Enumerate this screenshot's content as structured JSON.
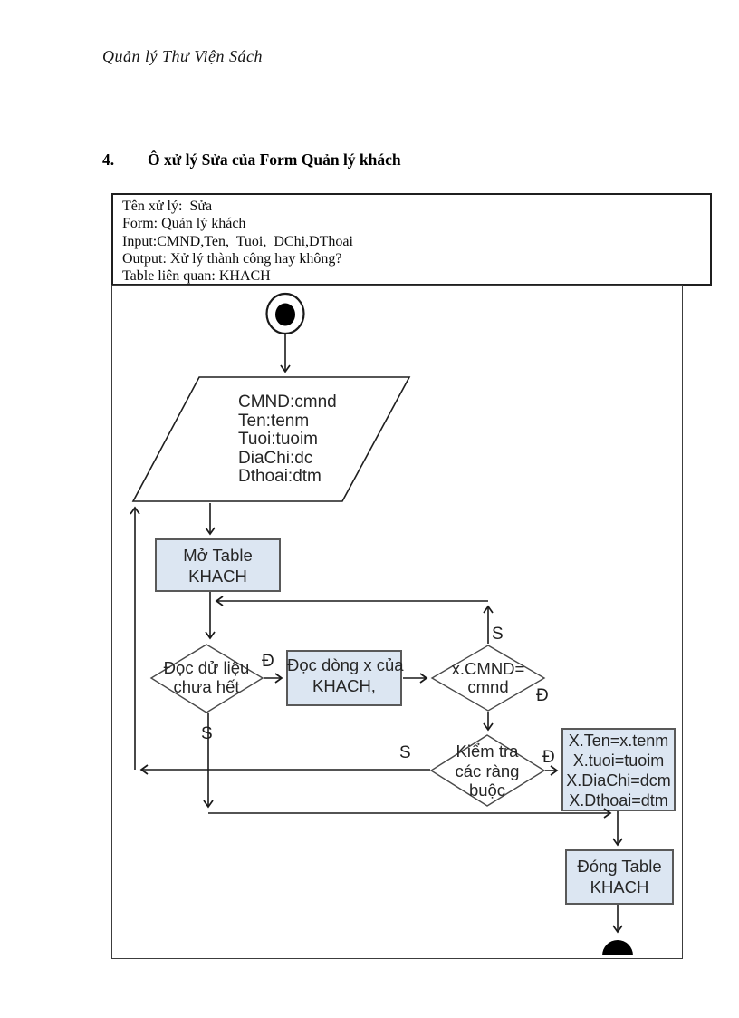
{
  "page": {
    "header_title": "Quản lý Thư Viện Sách",
    "section": {
      "number": "4.",
      "title": "Ô xử lý Sửa của Form Quản lý khách"
    }
  },
  "spec_box": {
    "lines": [
      "Tên xử lý:  Sửa",
      "Form: Quản lý khách",
      "Input:CMND,Ten,  Tuoi,  DChi,DThoai",
      "Output: Xử lý thành công hay không?",
      "Table liên quan: KHACH"
    ]
  },
  "flowchart": {
    "input_node": {
      "lines": [
        "CMND:cmnd",
        "Ten:tenm",
        "Tuoi:tuoim",
        "DiaChi:dc",
        "Dthoai:dtm"
      ]
    },
    "open_table_node": {
      "lines": [
        "Mở Table",
        "KHACH"
      ]
    },
    "read_check_node": {
      "lines": [
        "Đọc dử liệu",
        "chưa hết"
      ]
    },
    "read_row_node": {
      "lines": [
        "Đọc dòng x của",
        "KHACH,"
      ]
    },
    "cmnd_check_node": {
      "lines": [
        "x.CMND=",
        "cmnd"
      ]
    },
    "constraint_check_node": {
      "lines": [
        "Kiểm tra",
        "các ràng",
        "buộc"
      ]
    },
    "assign_node": {
      "lines": [
        "X.Ten=x.tenm",
        "X.tuoi=tuoim",
        "X.DiaChi=dcm",
        "X.Dthoai=dtm"
      ]
    },
    "close_table_node": {
      "lines": [
        "Đóng Table",
        "KHACH"
      ]
    },
    "edge_labels": {
      "read_yes": "Đ",
      "read_no": "S",
      "cmnd_no": "S",
      "cmnd_yes": "Đ",
      "constraint_no": "S",
      "constraint_yes": "Đ"
    },
    "colors": {
      "node_fill": "#dce6f2",
      "node_border": "#595959",
      "line": "#1a1a1a",
      "text": "#262626"
    }
  }
}
